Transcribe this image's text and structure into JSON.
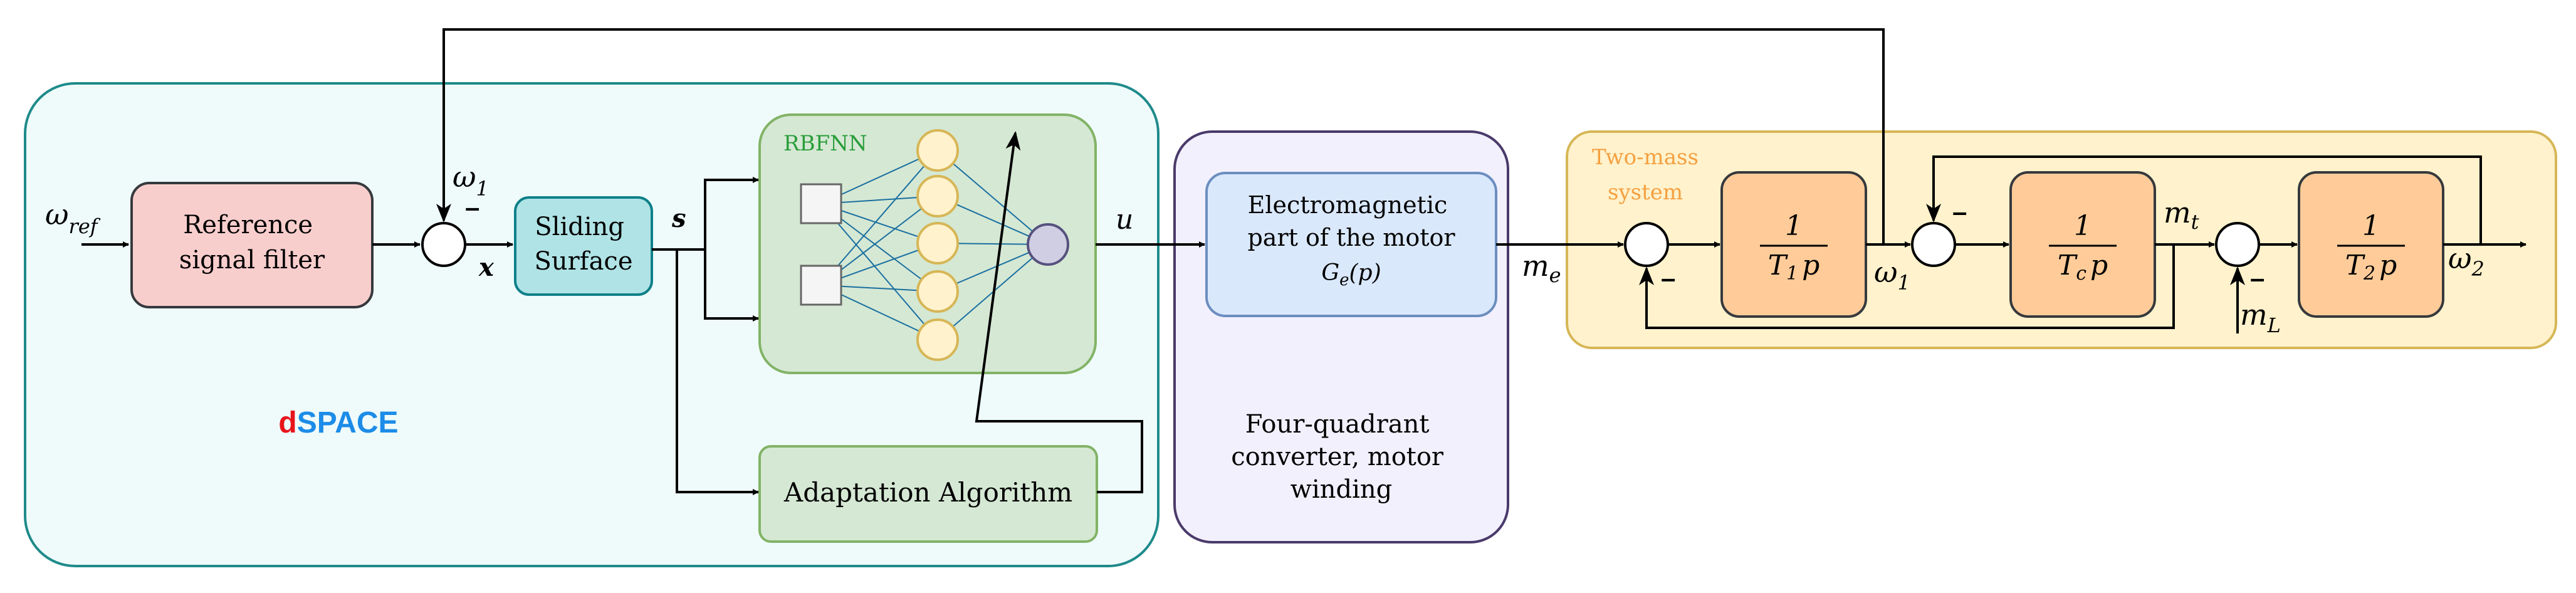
{
  "regions": {
    "dspace": {
      "label_d": "d",
      "label_rest": "SPACE"
    },
    "converter": {
      "label_lines": [
        "Four-quadrant",
        "converter, motor",
        "winding"
      ]
    },
    "two_mass": {
      "label_lines": [
        "Two-mass",
        "system"
      ]
    }
  },
  "blocks": {
    "reference_filter": {
      "lines": [
        "Reference",
        "signal filter"
      ]
    },
    "sliding_surface": {
      "lines": [
        "Sliding",
        "Surface"
      ]
    },
    "rbfnn": {
      "label": "RBFNN"
    },
    "adaptation": {
      "label": "Adaptation Algorithm"
    },
    "electromagnetic": {
      "lines": [
        "Electromagnetic",
        "part of the motor"
      ],
      "tf_main": "G",
      "tf_sub": "e",
      "tf_arg": "(p)"
    },
    "tf1": {
      "num": "1",
      "den_main": "T",
      "den_sub": "1",
      "den_var": "p"
    },
    "tfc": {
      "num": "1",
      "den_main": "T",
      "den_sub": "c",
      "den_var": "p"
    },
    "tf2": {
      "num": "1",
      "den_main": "T",
      "den_sub": "2",
      "den_var": "p"
    }
  },
  "signals": {
    "omega_ref": {
      "main": "ω",
      "sub": "ref"
    },
    "omega1_fb": {
      "main": "ω",
      "sub": "1"
    },
    "x": "x",
    "s": "s",
    "u": "u",
    "me": {
      "main": "m",
      "sub": "e"
    },
    "omega1": {
      "main": "ω",
      "sub": "1"
    },
    "mt": {
      "main": "m",
      "sub": "t"
    },
    "mL": {
      "main": "m",
      "sub": "L"
    },
    "omega2": {
      "main": "ω",
      "sub": "2"
    },
    "minus": "–"
  },
  "colors": {
    "dspace_fill": "#effbfb",
    "dspace_border": "#1f8a8a",
    "converter_fill": "#f2f0fd",
    "converter_border": "#4a3a6a",
    "twomass_fill": "#fff2cc",
    "twomass_border": "#d6b656",
    "twomass_label": "#f5a040",
    "filter_fill": "#f8cecc",
    "sliding_fill": "#b0e3e6",
    "sliding_border": "#0e8088",
    "rbfnn_fill": "#d5e8d4",
    "rbfnn_border": "#82b366",
    "rbfnn_label": "#2a9d3a",
    "neuron_fill": "#fff2cc",
    "neuron_border": "#d6b656",
    "output_neuron_fill": "#d0cee2",
    "output_neuron_border": "#56517e",
    "em_fill": "#dae8fc",
    "em_border": "#6c8ebf",
    "tf_fill": "#ffcc99",
    "tf_border": "#36393d",
    "d_red": "#e8141b",
    "space_blue": "#1c8ce8"
  }
}
